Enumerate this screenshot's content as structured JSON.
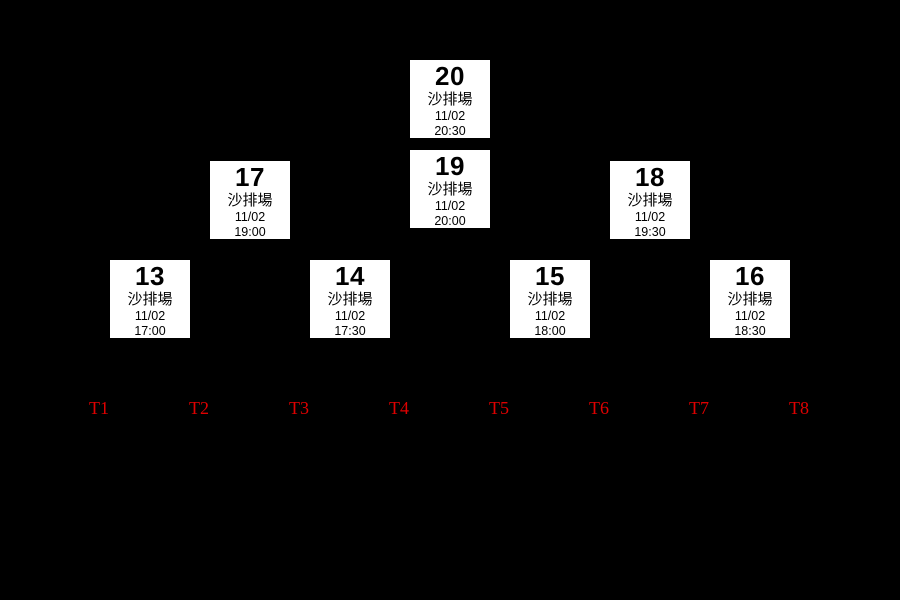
{
  "bracket": {
    "matches": [
      {
        "number": "13",
        "venue": "沙排場",
        "date": "11/02",
        "time": "17:00"
      },
      {
        "number": "14",
        "venue": "沙排場",
        "date": "11/02",
        "time": "17:30"
      },
      {
        "number": "15",
        "venue": "沙排場",
        "date": "11/02",
        "time": "18:00"
      },
      {
        "number": "16",
        "venue": "沙排場",
        "date": "11/02",
        "time": "18:30"
      },
      {
        "number": "17",
        "venue": "沙排場",
        "date": "11/02",
        "time": "19:00"
      },
      {
        "number": "18",
        "venue": "沙排場",
        "date": "11/02",
        "time": "19:30"
      },
      {
        "number": "19",
        "venue": "沙排場",
        "date": "11/02",
        "time": "20:00"
      },
      {
        "number": "20",
        "venue": "沙排場",
        "date": "11/02",
        "time": "20:30"
      }
    ],
    "team_slots": [
      {
        "label": "T1"
      },
      {
        "label": "T2"
      },
      {
        "label": "T3"
      },
      {
        "label": "T4"
      },
      {
        "label": "T5"
      },
      {
        "label": "T6"
      },
      {
        "label": "T7"
      },
      {
        "label": "T8"
      }
    ],
    "colors": {
      "background": "#000000",
      "card_background": "#ffffff",
      "card_text": "#000000",
      "slot_label": "#e00000"
    }
  }
}
